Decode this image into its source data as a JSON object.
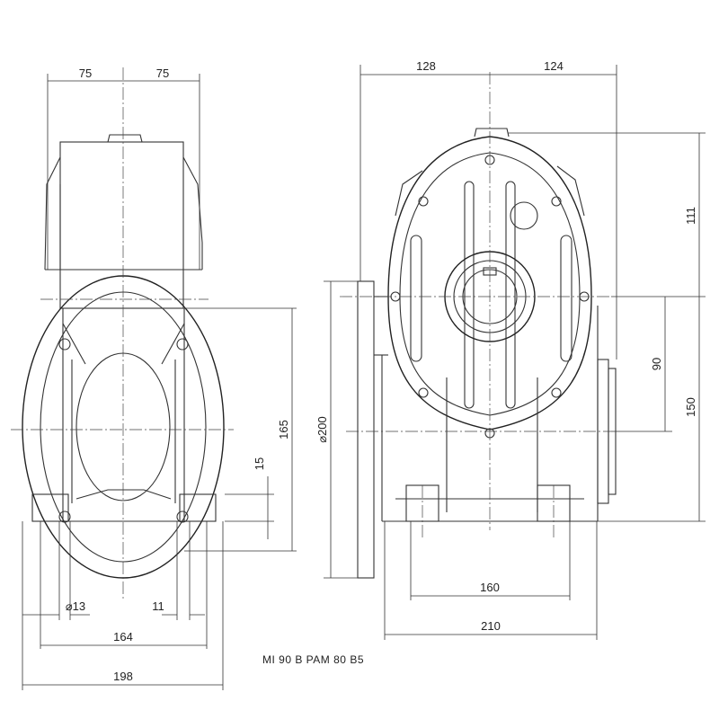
{
  "caption": "MI 90 B PAM 80 B5",
  "dimensions": {
    "left_half_width_a": "75",
    "left_half_width_b": "75",
    "bolt_hole_dia": "⌀13",
    "foot_thickness": "11",
    "foot_hole_spacing": "164",
    "base_width_left": "198",
    "flange_offset": "15",
    "output_height": "165",
    "right_top_a": "128",
    "right_top_b": "124",
    "flange_dia": "⌀200",
    "shaft_center_offset": "90",
    "top_to_shaft": "111",
    "shaft_height": "150",
    "foot_holes_right": "160",
    "base_width_right": "210"
  },
  "colors": {
    "line": "#333333",
    "background": "#ffffff"
  }
}
